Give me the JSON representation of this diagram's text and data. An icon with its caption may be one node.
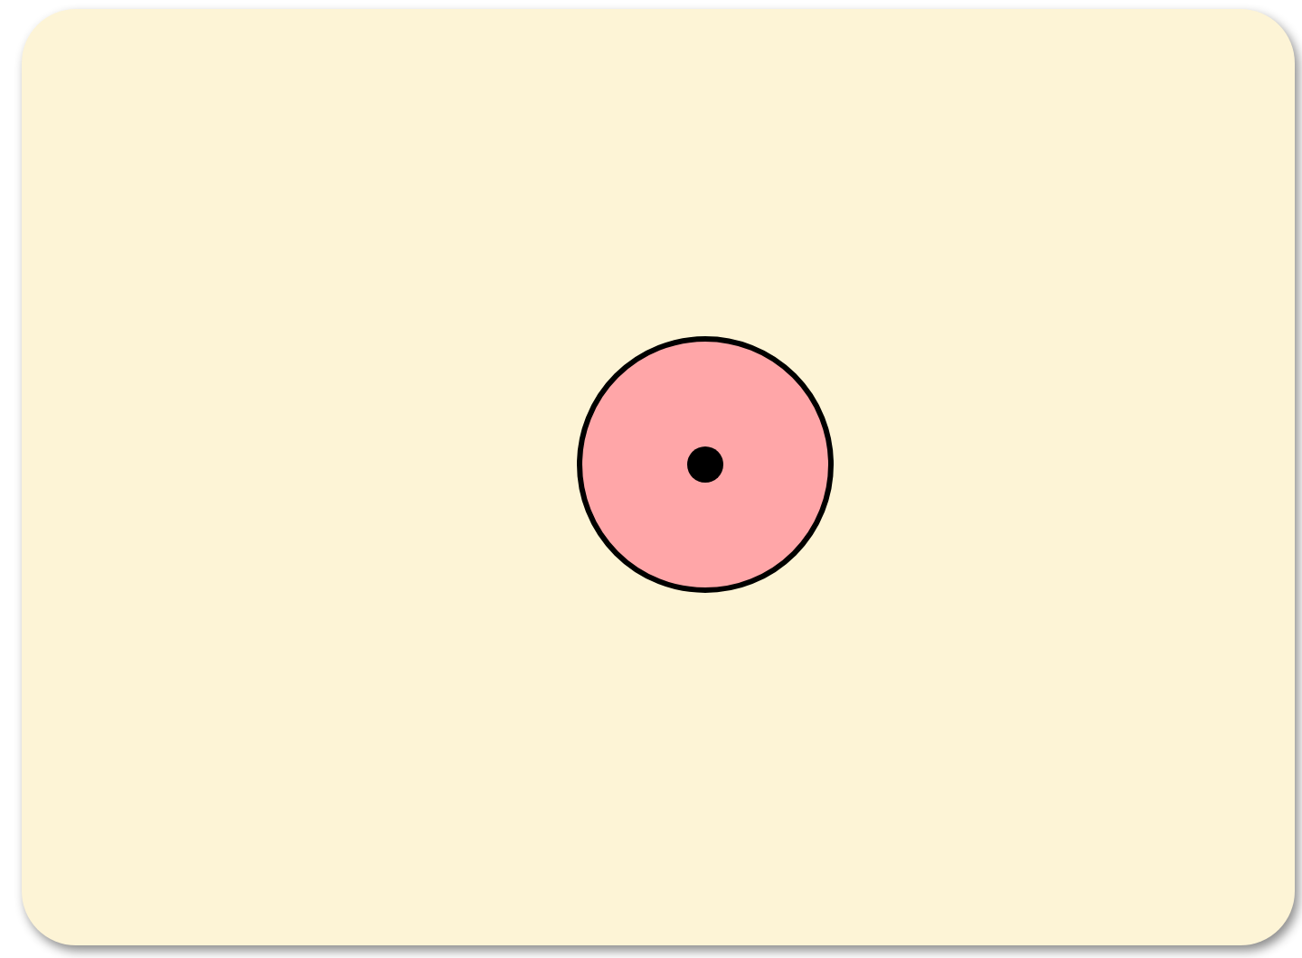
{
  "diagram": {
    "nodes": [
      {
        "text": [],
        "shape": "box"
      },
      {
        "text": [],
        "shape": "circle",
        "in": 0
      },
      {
        "text": [],
        "shape": "circle",
        "in": 1
      }
    ]
  }
}
